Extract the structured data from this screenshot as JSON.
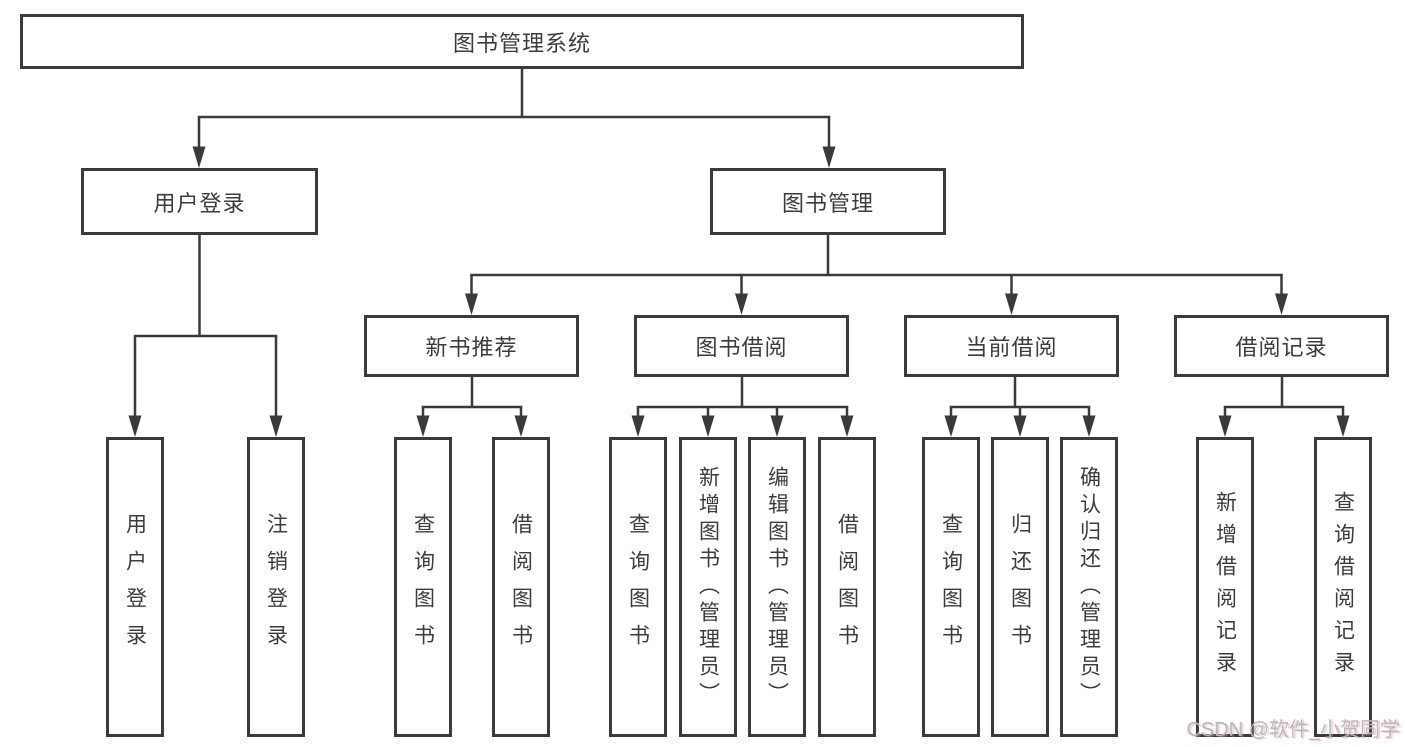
{
  "colors": {
    "line": "#3a3a3a",
    "box_border": "#3a3a3a",
    "text": "#3c3c3c",
    "background": "#ffffff",
    "watermark_text": "#b7b8bf"
  },
  "nodes": {
    "root": {
      "label": "图书管理系统"
    },
    "level2": [
      {
        "id": "user-login",
        "label": "用户登录",
        "parent": "图书管理系统"
      },
      {
        "id": "book-management",
        "label": "图书管理",
        "parent": "图书管理系统"
      }
    ],
    "level3": [
      {
        "id": "new-book-recommend",
        "label": "新书推荐",
        "parent": "图书管理"
      },
      {
        "id": "book-borrow",
        "label": "图书借阅",
        "parent": "图书管理"
      },
      {
        "id": "current-borrow",
        "label": "当前借阅",
        "parent": "图书管理"
      },
      {
        "id": "borrow-records",
        "label": "借阅记录",
        "parent": "图书管理"
      }
    ],
    "leaves": [
      {
        "label": "用户登录",
        "parent": "用户登录"
      },
      {
        "label": "注销登录",
        "parent": "用户登录"
      },
      {
        "label": "查询图书",
        "parent": "新书推荐"
      },
      {
        "label": "借阅图书",
        "parent": "新书推荐"
      },
      {
        "label": "查询图书",
        "parent": "图书借阅"
      },
      {
        "label": "新增图书（管理员）",
        "parent": "图书借阅"
      },
      {
        "label": "编辑图书（管理员）",
        "parent": "图书借阅"
      },
      {
        "label": "借阅图书",
        "parent": "图书借阅"
      },
      {
        "label": "查询图书",
        "parent": "当前借阅"
      },
      {
        "label": "归还图书",
        "parent": "当前借阅"
      },
      {
        "label": "确认归还（管理员）",
        "parent": "当前借阅"
      },
      {
        "label": "新增借阅记录",
        "parent": "借阅记录"
      },
      {
        "label": "查询借阅记录",
        "parent": "借阅记录"
      }
    ]
  },
  "watermark": {
    "text": "CSDN @软件_小贺同学"
  }
}
